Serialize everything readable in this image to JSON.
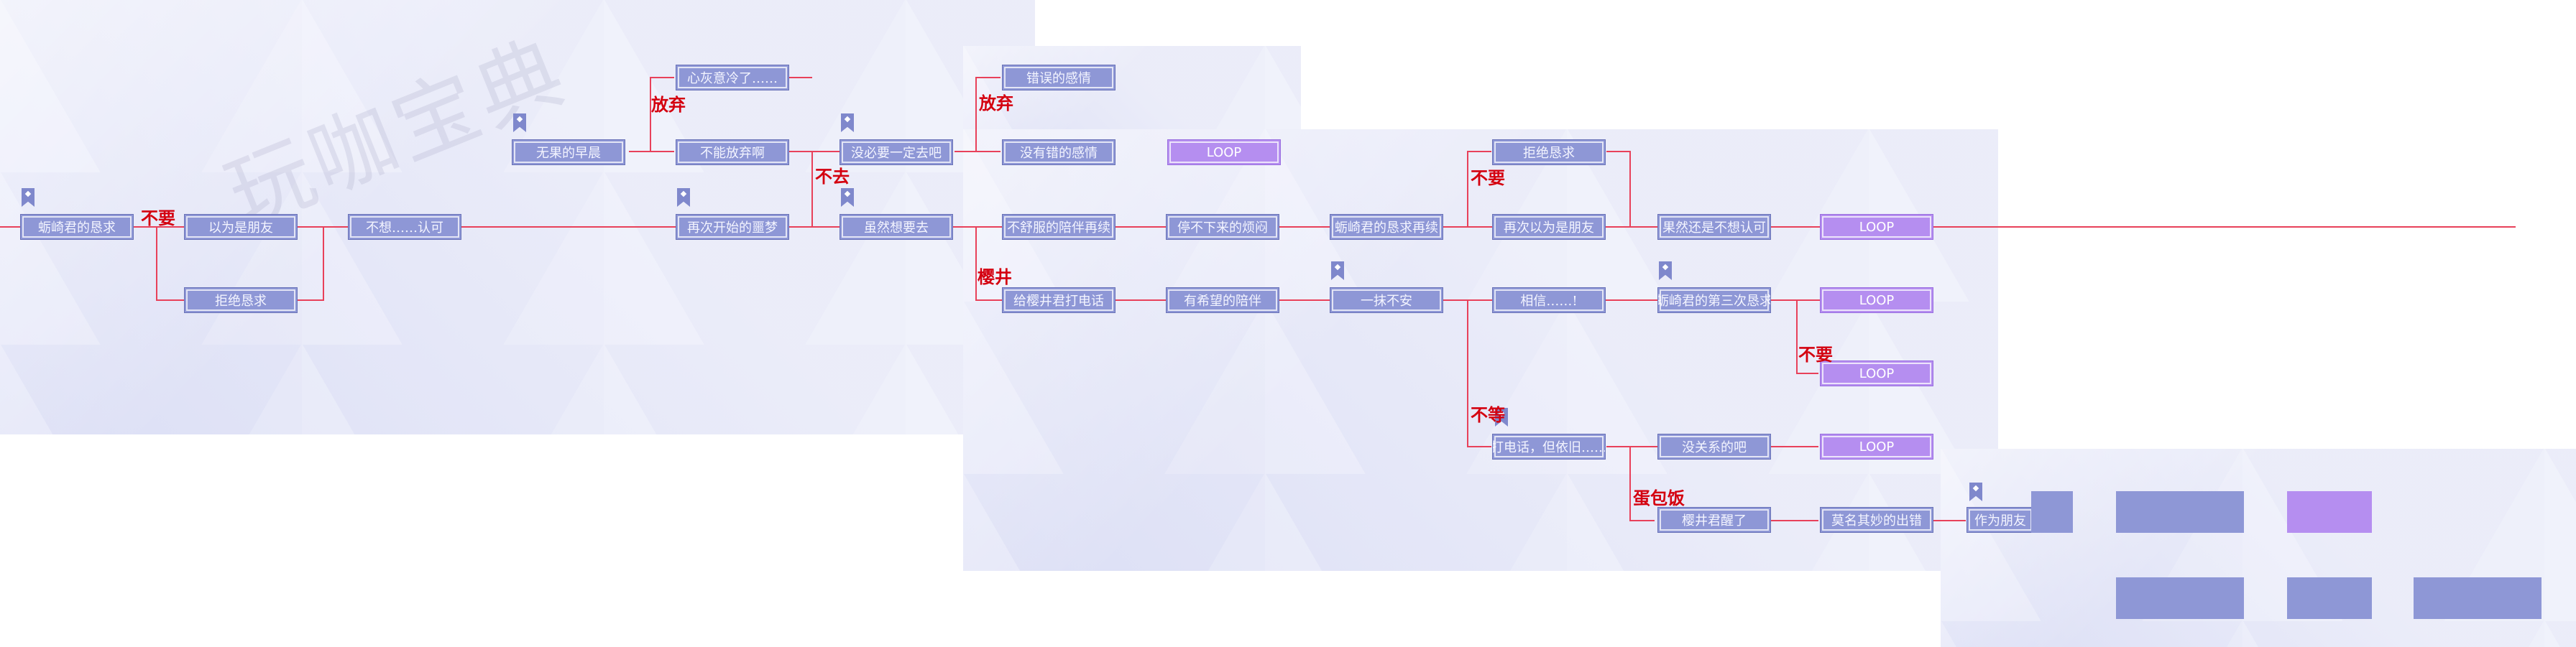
{
  "watermark": "玩咖宝典",
  "nodes": {
    "n1": "蛎崎君的恳求",
    "n2": "以为是朋友",
    "n3": "拒绝恳求",
    "n4": "不想……认可",
    "n5": "无果的早晨",
    "n6": "心灰意冷了……",
    "n7": "不能放弃啊",
    "n8": "再次开始的噩梦",
    "n9": "没必要一定去吧",
    "n10": "虽然想要去",
    "n11": "错误的感情",
    "n12": "没有错的感情",
    "n13": "LOOP",
    "n14": "不舒服的陪伴再续",
    "n15": "停不下来的烦闷",
    "n16": "蛎崎君的恳求再续",
    "n17": "拒绝恳求",
    "n18": "再次以为是朋友",
    "n19": "果然还是不想认可",
    "n20": "LOOP",
    "n21": "给樱井君打电话",
    "n22": "有希望的陪伴",
    "n23": "一抹不安",
    "n24": "相信……!",
    "n25": "蛎崎君的第三次恳求",
    "n26": "LOOP",
    "n27": "LOOP",
    "n28": "打电话，但依旧……",
    "n29": "没关系的吧",
    "n30": "LOOP",
    "n31": "樱井君醒了",
    "n32": "莫名其妙的出错",
    "n33": "作为朋友"
  },
  "edge_labels": {
    "l1": "不要",
    "l2": "放弃",
    "l3": "不去",
    "l4": "放弃",
    "l5": "樱井",
    "l6": "不要",
    "l7": "不要",
    "l8": "不等",
    "l9": "蛋包饭"
  },
  "colors": {
    "node_fill": "#8e97d6",
    "loop_fill": "#b58ef0",
    "edge": "#e8415a",
    "label": "#d4000f",
    "panel_bg": "#e6e8f8"
  }
}
